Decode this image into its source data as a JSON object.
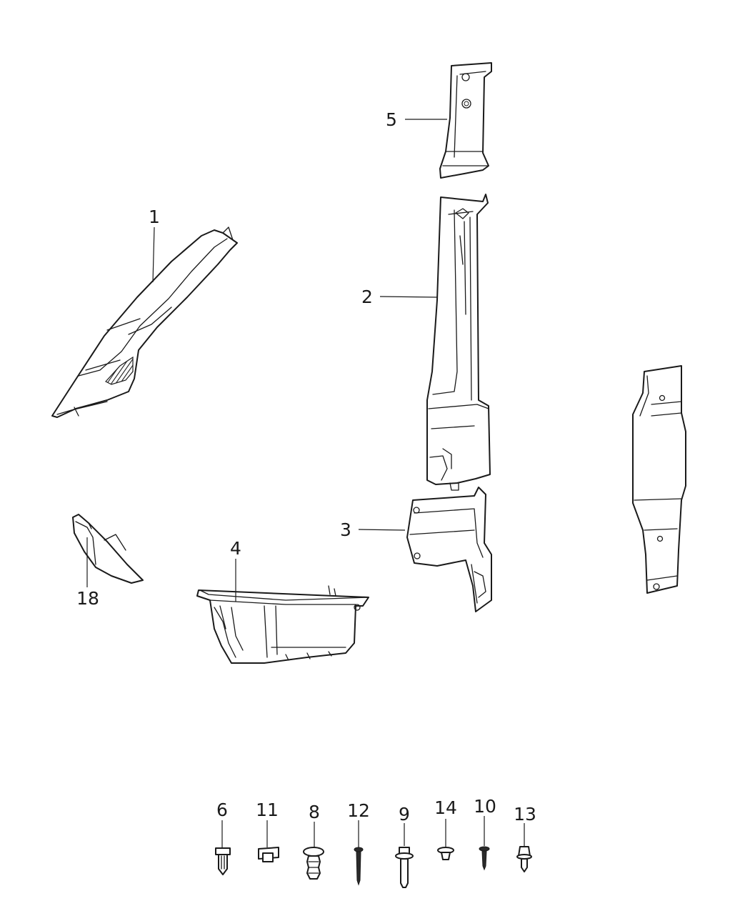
{
  "diagram": {
    "callouts": {
      "c1": "1",
      "c2": "2",
      "c3": "3",
      "c4": "4",
      "c5": "5",
      "c6": "6",
      "c8": "8",
      "c9": "9",
      "c10": "10",
      "c11": "11",
      "c12": "12",
      "c13": "13",
      "c14": "14",
      "c18": "18"
    }
  }
}
